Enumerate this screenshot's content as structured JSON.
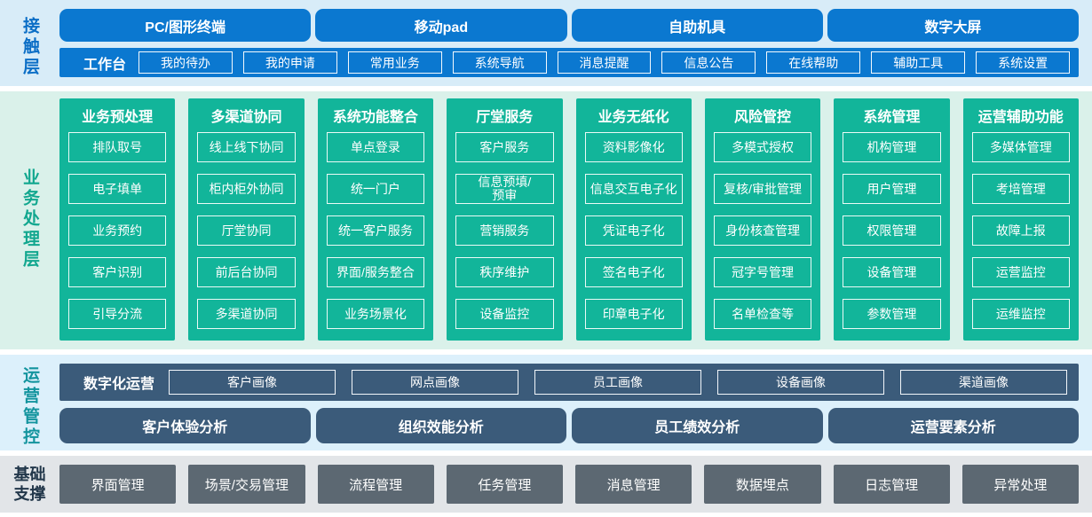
{
  "contact_layer": {
    "label": "接触层",
    "devices": [
      "PC/图形终端",
      "移动pad",
      "自助机具",
      "数字大屏"
    ],
    "workbench": {
      "label": "工作台",
      "items": [
        "我的待办",
        "我的申请",
        "常用业务",
        "系统导航",
        "消息提醒",
        "信息公告",
        "在线帮助",
        "辅助工具",
        "系统设置"
      ]
    }
  },
  "business_layer": {
    "label": "业务处理层",
    "columns": [
      {
        "title": "业务预处理",
        "items": [
          "排队取号",
          "电子填单",
          "业务预约",
          "客户识别",
          "引导分流"
        ]
      },
      {
        "title": "多渠道协同",
        "items": [
          "线上线下协同",
          "柜内柜外协同",
          "厅堂协同",
          "前后台协同",
          "多渠道协同"
        ]
      },
      {
        "title": "系统功能整合",
        "items": [
          "单点登录",
          "统一门户",
          "统一客户服务",
          "界面/服务整合",
          "业务场景化"
        ]
      },
      {
        "title": "厅堂服务",
        "items": [
          "客户服务",
          "信息预填/\n预审",
          "营销服务",
          "秩序维护",
          "设备监控"
        ]
      },
      {
        "title": "业务无纸化",
        "items": [
          "资料影像化",
          "信息交互电子化",
          "凭证电子化",
          "签名电子化",
          "印章电子化"
        ]
      },
      {
        "title": "风险管控",
        "items": [
          "多模式授权",
          "复核/审批管理",
          "身份核查管理",
          "冠字号管理",
          "名单检查等"
        ]
      },
      {
        "title": "系统管理",
        "items": [
          "机构管理",
          "用户管理",
          "权限管理",
          "设备管理",
          "参数管理"
        ]
      },
      {
        "title": "运营辅助功能",
        "items": [
          "多媒体管理",
          "考培管理",
          "故障上报",
          "运营监控",
          "运维监控"
        ]
      }
    ]
  },
  "ops_layer": {
    "label": "运营管控",
    "digital": {
      "label": "数字化运营",
      "items": [
        "客户画像",
        "网点画像",
        "员工画像",
        "设备画像",
        "渠道画像"
      ]
    },
    "analysis": [
      "客户体验分析",
      "组织效能分析",
      "员工绩效分析",
      "运营要素分析"
    ]
  },
  "base_layer": {
    "label": "基础支撑",
    "items": [
      "界面管理",
      "场景/交易管理",
      "流程管理",
      "任务管理",
      "消息管理",
      "数据埋点",
      "日志管理",
      "异常处理"
    ]
  },
  "colors": {
    "blue_button": "#0b78d0",
    "contact_bg": "#d8ecf8",
    "green_column": "#12b59a",
    "business_bg": "#daf1ea",
    "slate_button": "#3b5b7a",
    "ops_bg": "#dcf0fb",
    "gray_button": "#5c6872",
    "base_bg": "#e2e5e8",
    "contact_label": "#0b6ec6",
    "business_label": "#12a78f",
    "ops_label": "#13949e",
    "base_label": "#22374a"
  }
}
